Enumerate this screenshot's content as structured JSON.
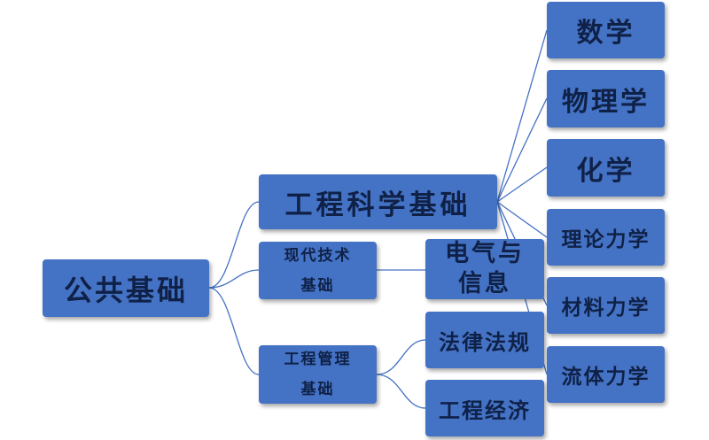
{
  "nodes": {
    "root": "公共基础",
    "engineering_science": "工程科学基础",
    "modern_tech_line1": "现代技术",
    "modern_tech_line2": "基础",
    "eng_mgmt_line1": "工程管理",
    "eng_mgmt_line2": "基础",
    "electrical_line1": "电气与",
    "electrical_line2": "信息",
    "law": "法律法规",
    "economics": "工程经济",
    "math": "数学",
    "physics": "物理学",
    "chemistry": "化学",
    "theoretical_mechanics": "理论力学",
    "materials_mechanics": "材料力学",
    "fluid_mechanics": "流体力学"
  },
  "colors": {
    "node_fill": "#4472C4",
    "node_text": "#0f2147",
    "connector": "#4472C4"
  }
}
